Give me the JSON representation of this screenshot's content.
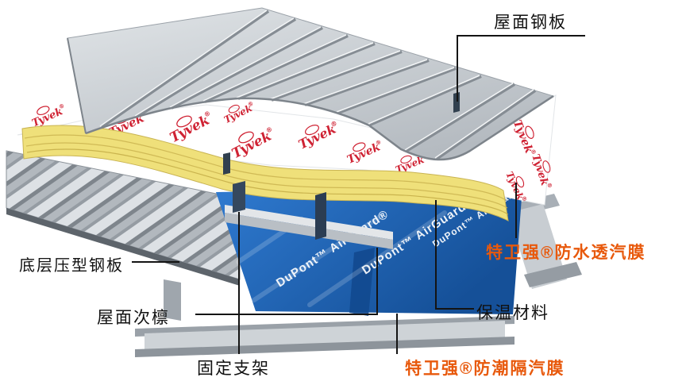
{
  "diagram": {
    "labels": {
      "roof_sheet": "屋面钢板",
      "bottom_deck": "底层压型钢板",
      "purlin": "屋面次檩",
      "bracket": "固定支架",
      "waterproof_breathable_membrane": "特卫强®防水透汽膜",
      "insulation": "保温材料",
      "vapor_barrier_membrane": "特卫强®防潮隔汽膜"
    },
    "brand": {
      "tyvek": "Tyvek",
      "registered": "®",
      "airguard": "DuPont™ AirGuard®"
    },
    "colors": {
      "label_text": "#111111",
      "highlight_label_text": "#e8590c",
      "tyvek_logo_red": "#cf2233",
      "membrane_blue": "#1f63b0",
      "insulation_yellow": "#efe07a",
      "steel_gray": "#c6cbd0"
    }
  }
}
